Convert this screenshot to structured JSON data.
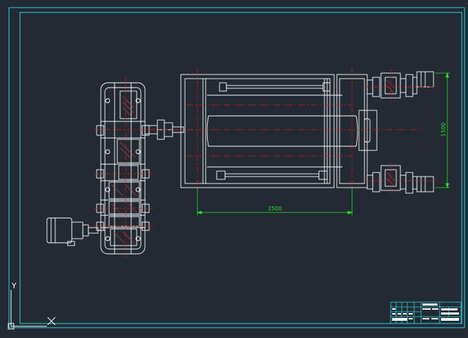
{
  "drawing": {
    "dimensions": {
      "width_label": "2500",
      "height_label": "1500"
    },
    "ucs": {
      "y_axis_label": "Y",
      "x_axis_label": "X"
    }
  },
  "colors": {
    "background": "#232a33",
    "frame": "#2ad4e0",
    "geometry": "#ffffff",
    "centerline": "#e01818",
    "dimension": "#28e028",
    "hatch": "#d43a3a"
  }
}
